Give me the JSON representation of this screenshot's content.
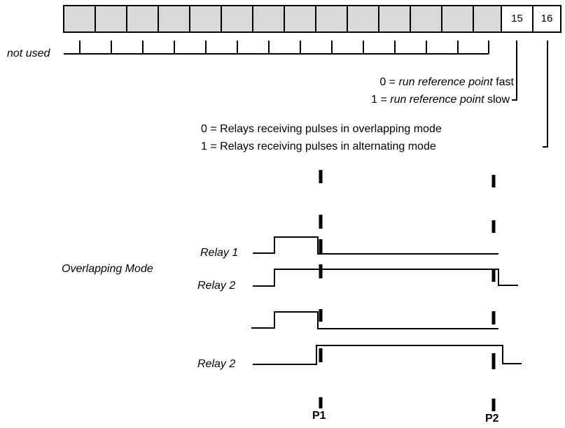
{
  "register": {
    "unused_cell_count": 14,
    "bit_labels": [
      "15",
      "16"
    ],
    "unused_label": "not used",
    "cell_fill_unused": "#d9d9d9",
    "cell_fill_used": "#ffffff"
  },
  "bit15": {
    "line0_prefix": "0 = ",
    "line0_italic": "run reference point",
    "line0_suffix": " fast",
    "line1_prefix": "1 = ",
    "line1_italic": "run reference point",
    "line1_suffix": " slow"
  },
  "bit16": {
    "line0": "0 = Relays receiving pulses in overlapping mode",
    "line1": "1 = Relays receiving pulses in alternating mode"
  },
  "timing": {
    "overlapping_mode_label": "Overlapping Mode",
    "relay1_label": "Relay 1",
    "relay2_label_a": "Relay 2",
    "relay2_label_b": "Relay 2",
    "marker_p1": "P1",
    "marker_p2": "P2"
  }
}
